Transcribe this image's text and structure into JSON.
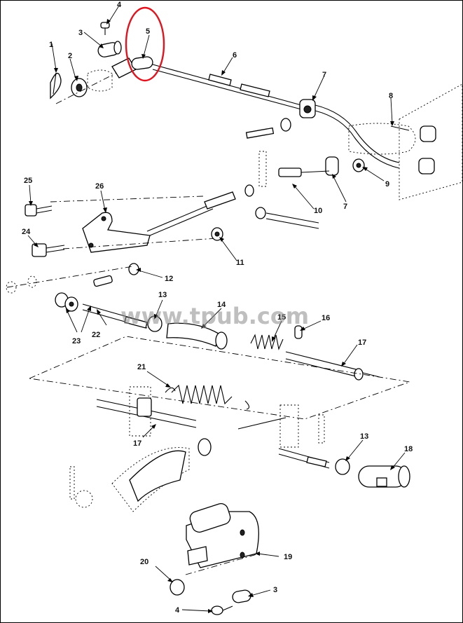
{
  "watermark": "www.tpub.com",
  "highlight_color": "#e0141e",
  "callouts": {
    "c1": "1",
    "c2": "2",
    "c3_top": "3",
    "c4_top": "4",
    "c5": "5",
    "c6": "6",
    "c7_upper": "7",
    "c7_lower": "7",
    "c8": "8",
    "c9": "9",
    "c10": "10",
    "c11": "11",
    "c12": "12",
    "c13_upper": "13",
    "c13_lower": "13",
    "c14": "14",
    "c15": "15",
    "c16": "16",
    "c17_upper": "17",
    "c17_lower": "17",
    "c18": "18",
    "c19": "19",
    "c20": "20",
    "c21": "21",
    "c22": "22",
    "c23": "23",
    "c24": "24",
    "c25": "25",
    "c26": "26",
    "c3_bottom": "3",
    "c4_bottom": "4"
  }
}
